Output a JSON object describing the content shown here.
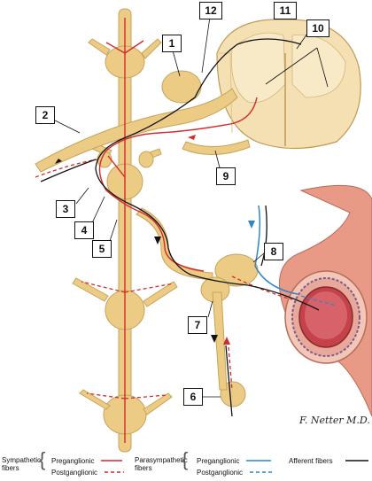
{
  "labels": {
    "n1": "1",
    "n2": "2",
    "n3": "3",
    "n4": "4",
    "n5": "5",
    "n6": "6",
    "n7": "7",
    "n8": "8",
    "n9": "9",
    "n10": "10",
    "n11": "11",
    "n12": "12"
  },
  "signature": "F. Netter M.D.",
  "legend": {
    "sympathetic": "Sympathetic fibers",
    "sym_pre": "Preganglionic",
    "sym_post": "Postganglionic",
    "parasympathetic": "Parasympathetic fibers",
    "para_pre": "Preganglionic",
    "para_post": "Postganglionic",
    "afferent": "Afferent fibers"
  },
  "colors": {
    "sympathetic": "#d42a2a",
    "parasympathetic": "#2f86c6",
    "afferent": "#111111",
    "nerve": "#eccc85",
    "nerve_outline": "#c7a35a",
    "intestine": "#e79a84"
  }
}
